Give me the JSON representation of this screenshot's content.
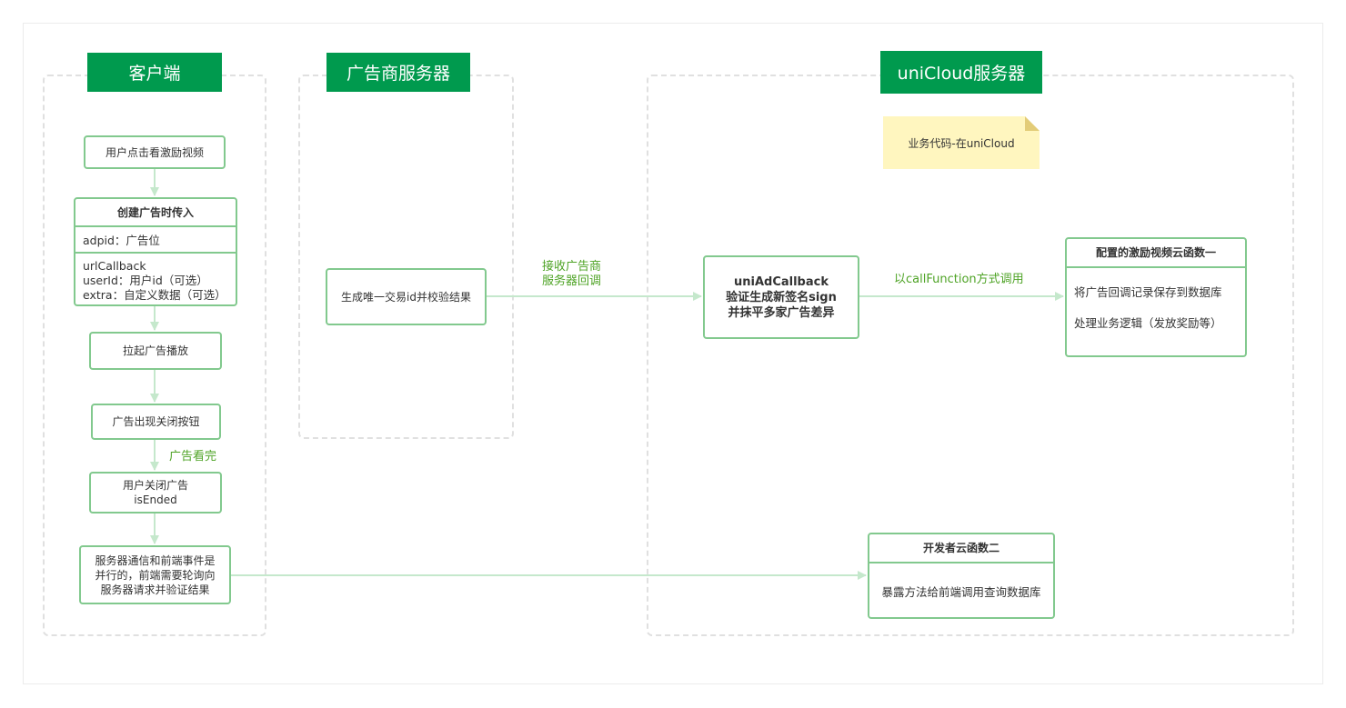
{
  "lanes": {
    "client": {
      "title": "客户端"
    },
    "ad_server": {
      "title": "广告商服务器"
    },
    "unicloud": {
      "title": "uniCloud服务器"
    }
  },
  "note": "业务代码-在uniCloud",
  "client_nodes": {
    "click": "用户点击看激励视频",
    "create": {
      "header": "创建广告时传入",
      "row1": "adpid：广告位",
      "row2": [
        "urlCallback",
        "userId：用户id（可选）",
        "extra：自定义数据（可选）"
      ]
    },
    "play": "拉起广告播放",
    "close_btn": "广告出现关闭按钮",
    "watched_label": "广告看完",
    "user_close": [
      "用户关闭广告",
      "isEnded"
    ],
    "parallel": [
      "服务器通信和前端事件是",
      "并行的，前端需要轮询向",
      "服务器请求并验证结果"
    ]
  },
  "ad_server_node": "生成唯一交易id并校验结果",
  "callback_label": [
    "接收广告商",
    "服务器回调"
  ],
  "uniad_node": [
    "uniAdCallback",
    "验证生成新签名sign",
    "并抹平多家广告差异"
  ],
  "callfunction_label": "以callFunction方式调用",
  "func1": {
    "header": "配置的激励视频云函数一",
    "lines": [
      "将广告回调记录保存到数据库",
      "处理业务逻辑（发放奖励等）"
    ]
  },
  "func2": {
    "header": "开发者云函数二",
    "lines": [
      "暴露方法给前端调用查询数据库"
    ]
  },
  "colors": {
    "title_bg": "#009a4e",
    "box_border": "#82c98e",
    "arrow": "#c5e8cc",
    "label": "#4ea325",
    "note": "#fff6bf"
  }
}
